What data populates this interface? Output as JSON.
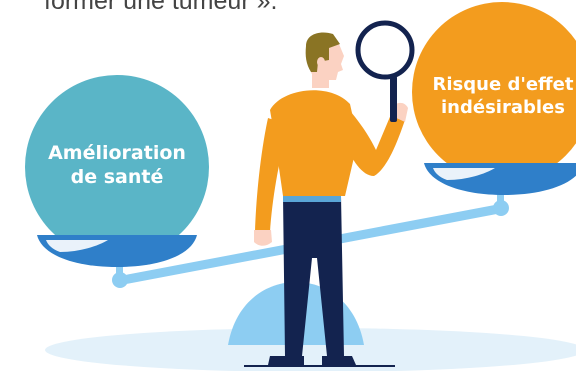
{
  "caption": {
    "partial_text": "former une tumeur »."
  },
  "left_ball": {
    "line1": "Amélioration",
    "line2": "de santé",
    "color": "#5ab5c7"
  },
  "right_ball": {
    "line1": "Risque d'effet",
    "line2": "indésirables",
    "color": "#f39c1e"
  },
  "colors": {
    "dish": "#2f7fc9",
    "beam": "#8dcdf2",
    "ground": "#e3f1fa",
    "shirt": "#f39c1e",
    "trousers": "#13234f",
    "skin": "#fbd2c2",
    "hair": "#8a7424",
    "belt": "#5aa6d8",
    "magnifier": "#13234f"
  }
}
